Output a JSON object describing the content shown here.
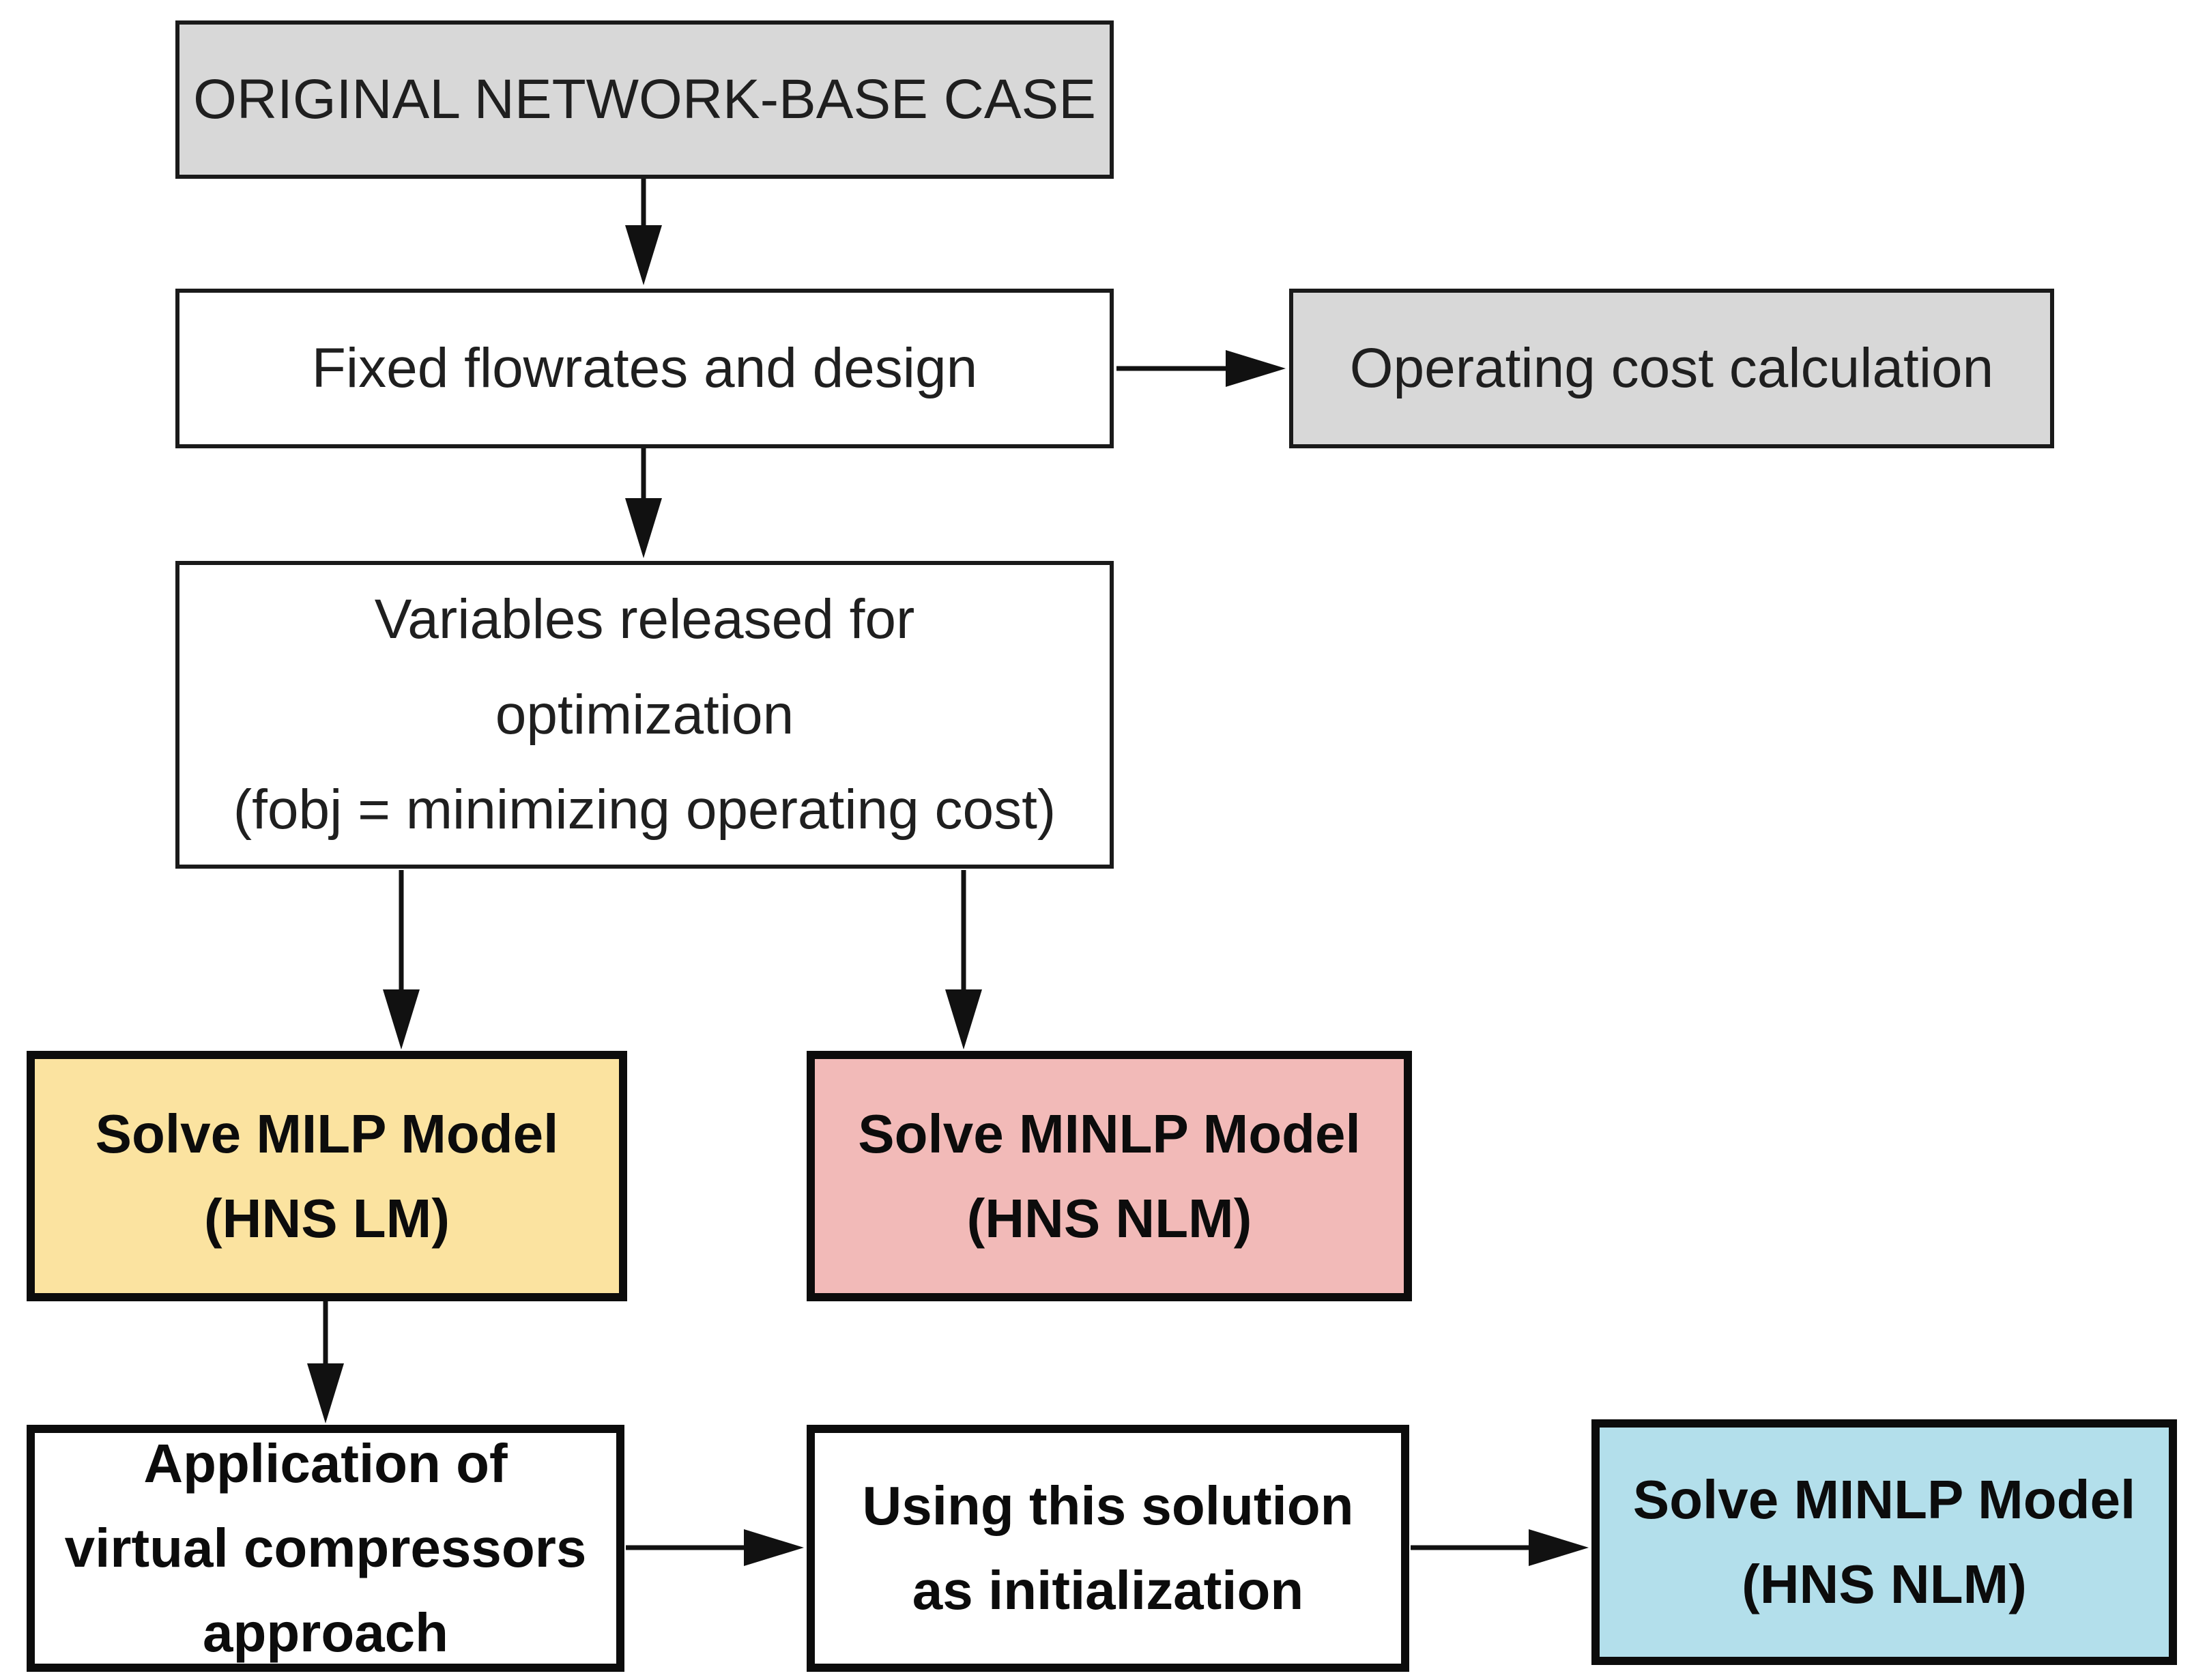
{
  "diagram": {
    "background": "#ffffff",
    "line_color": "#111111",
    "boxes": {
      "original_case": {
        "label": "ORIGINAL NETWORK-BASE CASE",
        "fill": "#d8d8d8",
        "border_color": "#1a1a1a",
        "text_style": "regular"
      },
      "fixed_flowrates": {
        "label": "Fixed flowrates and design",
        "fill": "#ffffff",
        "border_color": "#1a1a1a",
        "text_style": "regular"
      },
      "operating_cost": {
        "label": "Operating cost calculation",
        "fill": "#d8d8d8",
        "border_color": "#1a1a1a",
        "text_style": "regular"
      },
      "variables_released": {
        "label": "Variables released for\noptimization\n(fobj = minimizing operating cost)",
        "fill": "#ffffff",
        "border_color": "#1a1a1a",
        "text_style": "regular"
      },
      "solve_milp": {
        "label": "Solve MILP Model\n(HNS LM)",
        "fill": "#fbe3a0",
        "border_color": "#0c0c0c",
        "text_style": "bold"
      },
      "solve_minlp": {
        "label": "Solve MINLP Model\n(HNS NLM)",
        "fill": "#f2bab8",
        "border_color": "#0c0c0c",
        "text_style": "bold"
      },
      "virtual_compressors": {
        "label": "Application of\nvirtual compressors\napproach",
        "fill": "#ffffff",
        "border_color": "#0c0c0c",
        "text_style": "bold"
      },
      "initialization": {
        "label": "Using this solution\nas initialization",
        "fill": "#ffffff",
        "border_color": "#0c0c0c",
        "text_style": "bold"
      },
      "solve_minlp_final": {
        "label": "Solve MINLP Model\n(HNS NLM)",
        "fill": "#b3dfeb",
        "border_color": "#0c0c0c",
        "text_style": "bold"
      }
    },
    "edges": [
      {
        "from": "original_case",
        "to": "fixed_flowrates",
        "direction": "down"
      },
      {
        "from": "fixed_flowrates",
        "to": "operating_cost",
        "direction": "right"
      },
      {
        "from": "fixed_flowrates",
        "to": "variables_released",
        "direction": "down"
      },
      {
        "from": "variables_released",
        "to": "solve_milp",
        "direction": "down"
      },
      {
        "from": "variables_released",
        "to": "solve_minlp",
        "direction": "down"
      },
      {
        "from": "solve_milp",
        "to": "virtual_compressors",
        "direction": "down"
      },
      {
        "from": "virtual_compressors",
        "to": "initialization",
        "direction": "right"
      },
      {
        "from": "initialization",
        "to": "solve_minlp_final",
        "direction": "right"
      }
    ]
  }
}
